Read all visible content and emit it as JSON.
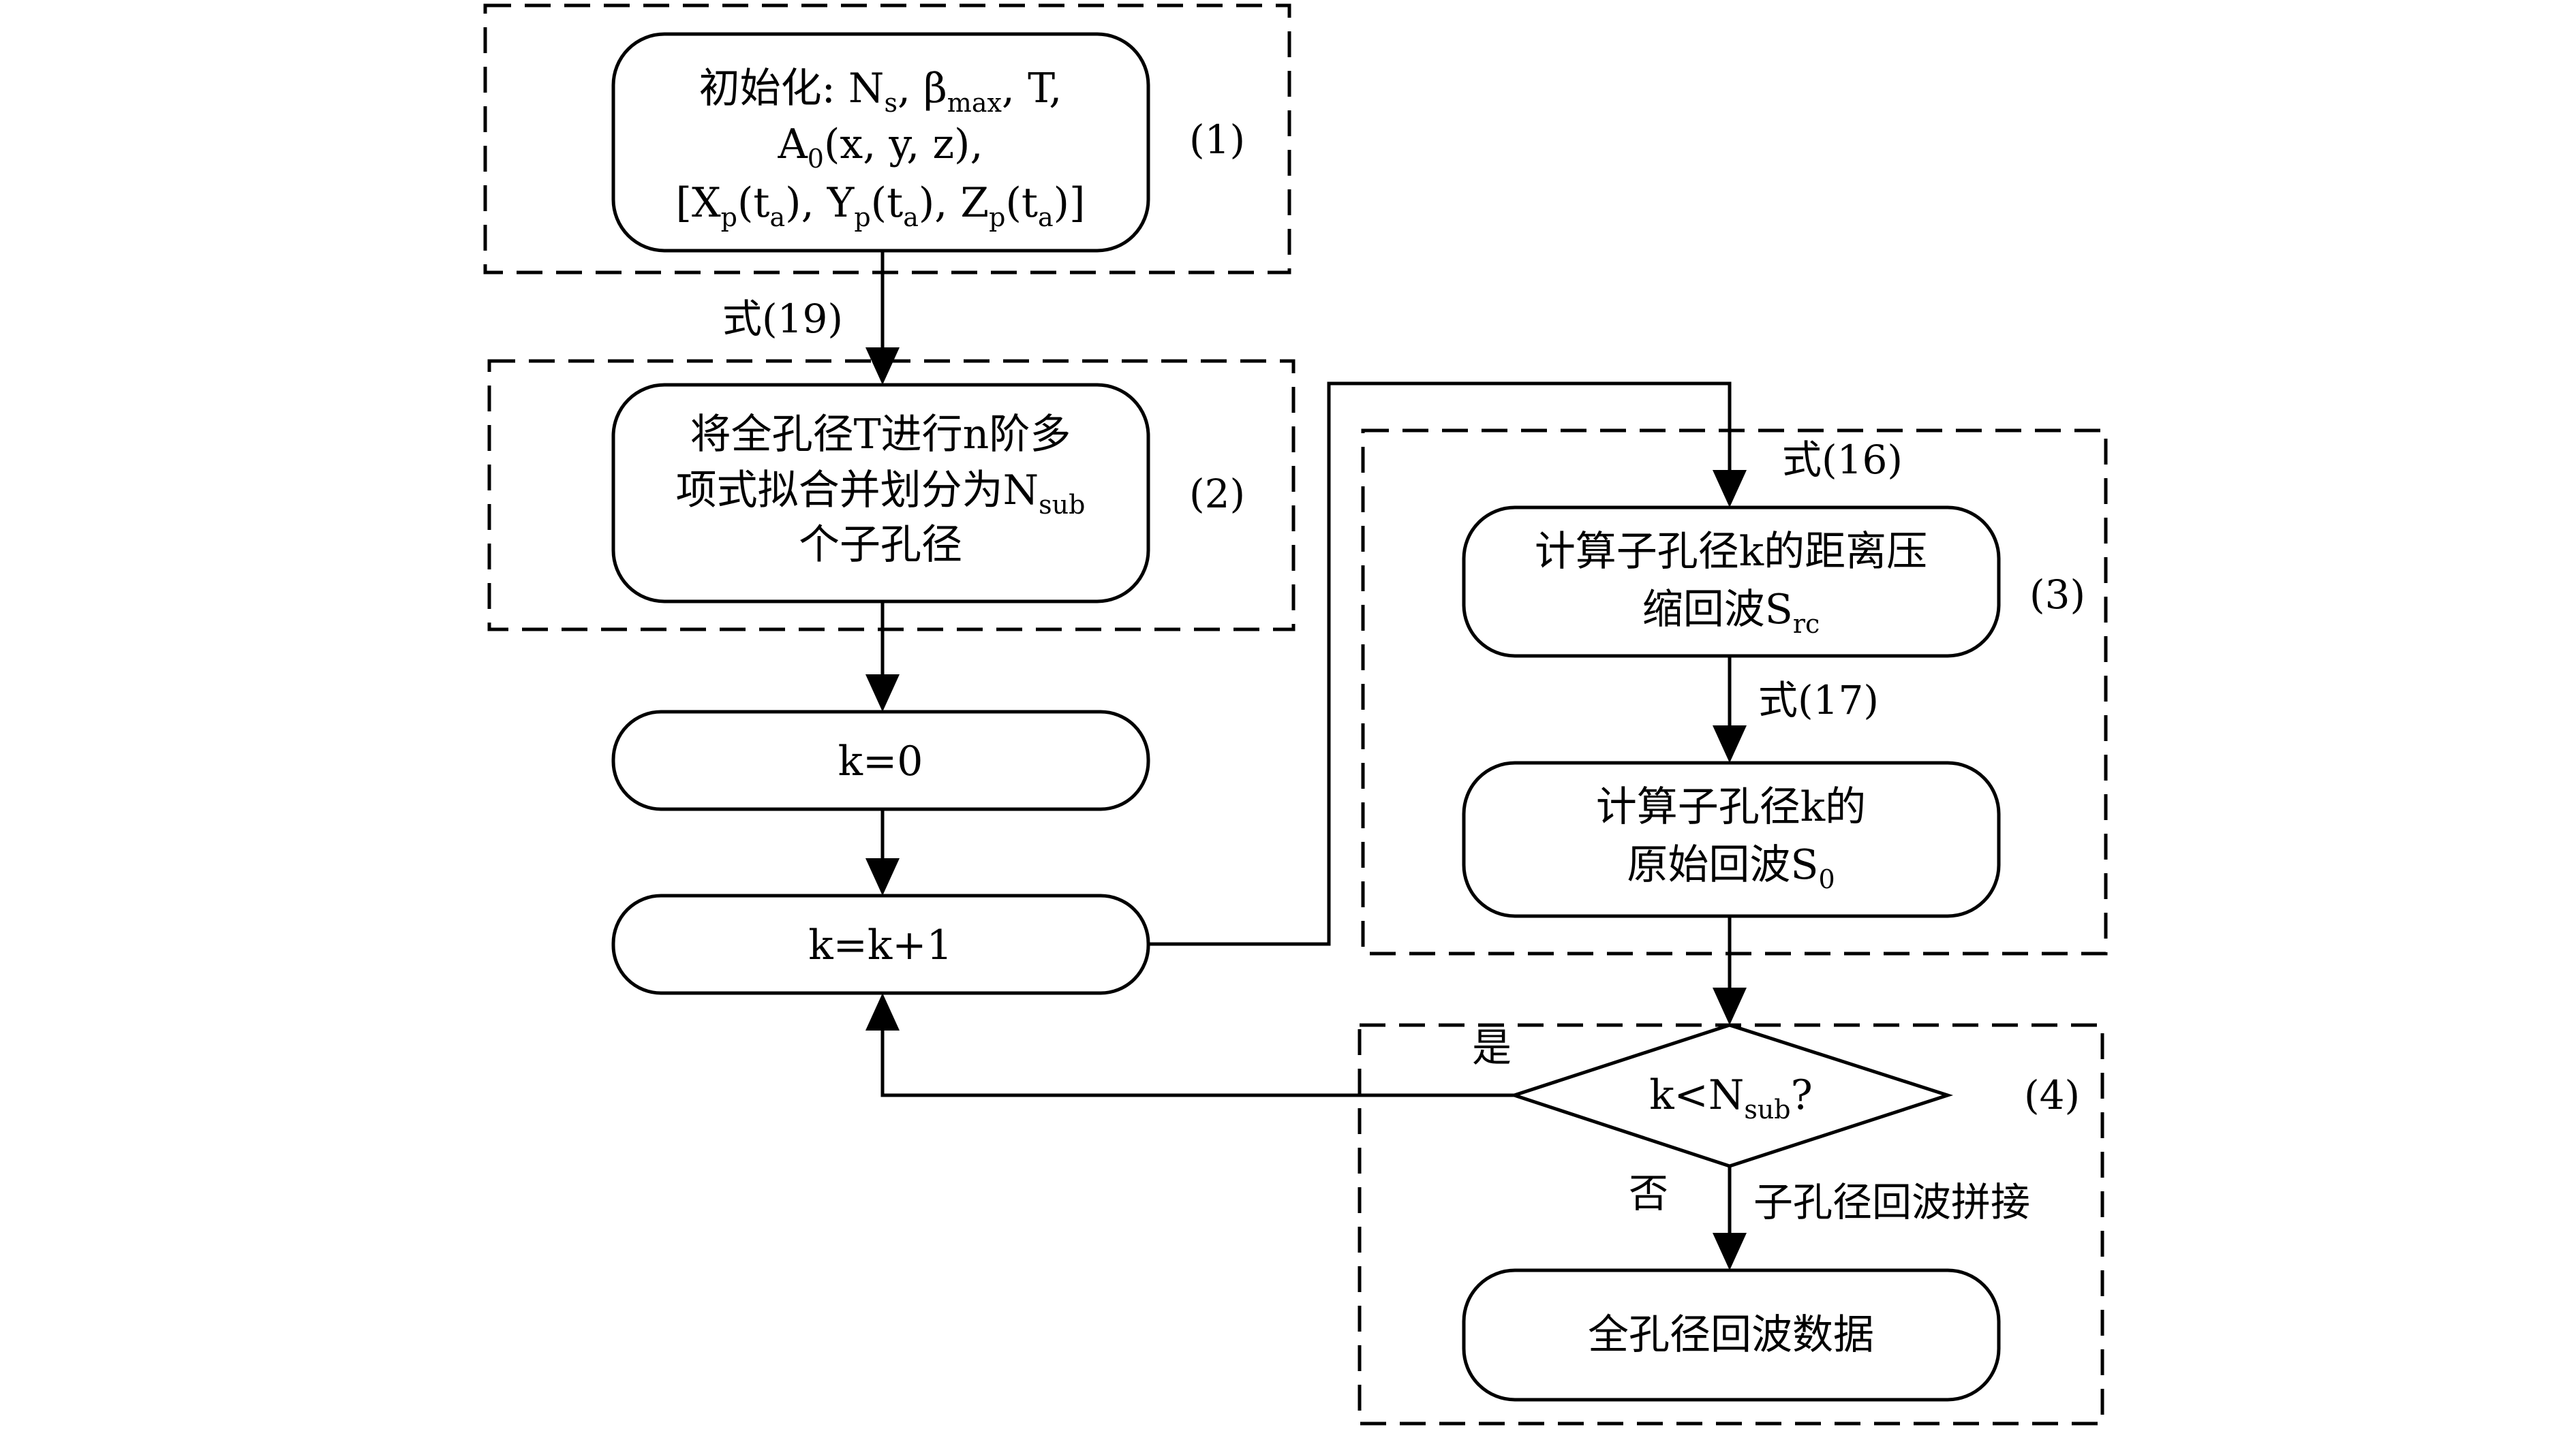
{
  "node_init": {
    "line1": "初始化: N",
    "ns_sub": "s",
    "sep1": ", β",
    "bmax_sub": "max",
    "sep2": ", T,",
    "line2_a": "A",
    "line2_a_sub": "0",
    "line2_rest": "(x, y, z),",
    "line3_1": "[X",
    "p1": "p",
    "t1": "(t",
    "a1": "a",
    "mid1": "), Y",
    "p2": "p",
    "t2": "(t",
    "a2": "a",
    "mid2": "), Z",
    "p3": "p",
    "t3": "(t",
    "a3": "a",
    "end": ")]"
  },
  "node_fit": {
    "line1": "将全孔径T进行n阶多",
    "line2": "项式拟合并划分为N",
    "line2_sub": "sub",
    "line3": "个子孔径"
  },
  "node_k0": "k=0",
  "node_kinc": "k=k+1",
  "node_src": {
    "line1": "计算子孔径k的距离压",
    "line2": "缩回波S",
    "line2_sub": "rc"
  },
  "node_s0": {
    "line1": "计算子孔径k的",
    "line2": "原始回波S",
    "line2_sub": "0"
  },
  "decision": {
    "text": "k<N",
    "sub": "sub",
    "q": "?"
  },
  "node_full": "全孔径回波数据",
  "labels": {
    "eq19": "式(19)",
    "eq16": "式(16)",
    "eq17": "式(17)",
    "yes": "是",
    "no": "否",
    "concat": "子孔径回波拼接"
  },
  "groups": {
    "g1": "(1)",
    "g2": "(2)",
    "g3": "(3)",
    "g4": "(4)"
  }
}
